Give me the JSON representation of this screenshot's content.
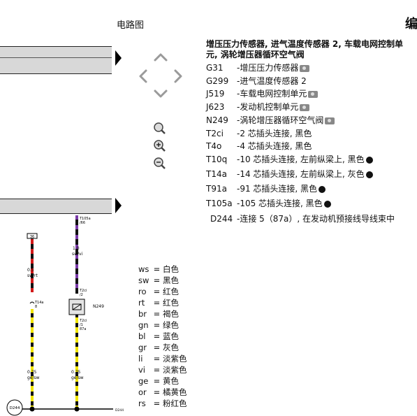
{
  "header": {
    "title": "电路图",
    "right_char": "编"
  },
  "description": {
    "title_line1": "增压压力传感器, 进气温度传感器 2, 车载电网控制单",
    "title_line2": "元, 涡轮增压器循环空气阀"
  },
  "components": [
    {
      "code": "G31",
      "text": "-增压压力传感器",
      "icon": "camera-icon"
    },
    {
      "code": "G299",
      "text": "-进气温度传感器 2",
      "icon": ""
    },
    {
      "code": "J519",
      "text": "-车载电网控制单元",
      "icon": "camera-icon"
    },
    {
      "code": "J623",
      "text": "-发动机控制单元",
      "icon": "camera-icon"
    },
    {
      "code": "N249",
      "text": "-涡轮增压器循环空气阀",
      "icon": "camera-icon"
    },
    {
      "code": "T2ci",
      "text": "-2 芯插头连接, 黑色",
      "icon": ""
    },
    {
      "code": "T4o",
      "text": "-4 芯插头连接, 黑色",
      "icon": ""
    },
    {
      "code": "T10q",
      "text": "-10 芯插头连接, 左前纵梁上, 黑色",
      "icon": "connector-icon"
    },
    {
      "code": "T14a",
      "text": "-14 芯插头连接, 左前纵梁上, 灰色",
      "icon": "connector-icon"
    },
    {
      "code": "T91a",
      "text": "-91 芯插头连接, 黑色",
      "icon": "connector-icon"
    },
    {
      "code": "T105a",
      "text": "-105 芯插头连接, 黑色",
      "icon": "connector-icon"
    },
    {
      "code": "D244",
      "text": "-连接 5（87a）, 在发动机预接线导线束中",
      "icon": ""
    }
  ],
  "legend": [
    {
      "code": "ws",
      "color": "白色"
    },
    {
      "code": "sw",
      "color": "黑色"
    },
    {
      "code": "ro",
      "color": "红色"
    },
    {
      "code": "rt",
      "color": "红色"
    },
    {
      "code": "br",
      "color": "褐色"
    },
    {
      "code": "gn",
      "color": "绿色"
    },
    {
      "code": "bl",
      "color": "蓝色"
    },
    {
      "code": "gr",
      "color": "灰色"
    },
    {
      "code": "li",
      "color": "淡紫色"
    },
    {
      "code": "vi",
      "color": "淡紫色"
    },
    {
      "code": "ge",
      "color": "黄色"
    },
    {
      "code": "or",
      "color": "橘黄色"
    },
    {
      "code": "rs",
      "color": "粉红色"
    }
  ],
  "diagram": {
    "fuse_label": "36",
    "wire1_size": "0.5",
    "wire1_color": "sw/rt",
    "t14a_label": "T14a",
    "t14a_pin": "8",
    "wire1b_size": "0.75",
    "wire1b_color": "ge/sw",
    "t105a_label": "T105a",
    "t105a_pin": "/66",
    "wire2_size": "1.0",
    "wire2_color": "sw/vi",
    "t2ci_top_label": "T2ci",
    "t2ci_top_pin": "/2",
    "n249_label": "N249",
    "t2ci_bot_label": "T2ci",
    "t2ci_bot_pin": "/1",
    "pin_87a": "87a",
    "wire2b_size": "0.75",
    "wire2b_color": "ge/sw",
    "d244_circle": "D244",
    "d244_end": "D244"
  },
  "colors": {
    "wire_red": "#d21a1a",
    "wire_black": "#111111",
    "wire_yellow": "#f2e600",
    "wire_violet": "#7a3aa8",
    "bar_gray": "#d8d8d8"
  }
}
